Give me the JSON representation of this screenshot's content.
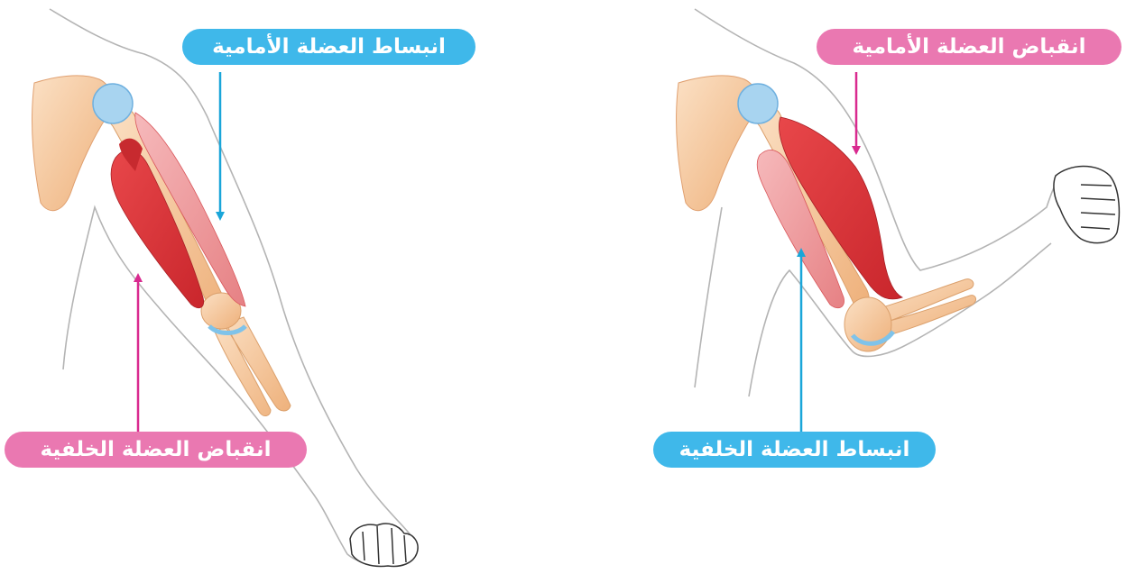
{
  "colors": {
    "relaxation_label": "#3fb8ea",
    "contraction_label": "#ea78b1",
    "blue_arrow": "#1aa6d9",
    "pink_arrow": "#d92a8f",
    "muscle_dark": "#e23a3e",
    "muscle_light": "#f1a2a4",
    "bone": "#f6c79c",
    "bone_shade": "#e9a76d",
    "cartilage": "#9fd0ef",
    "outline": "#9c9c9c"
  },
  "left_arm": {
    "icon": "extended-arm-icon",
    "front_label": "انبساط العضلة الأمامية",
    "back_label": "انقباض العضلة الخلفية"
  },
  "right_arm": {
    "icon": "flexed-arm-icon",
    "front_label": "انقباض العضلة الأمامية",
    "back_label": "انبساط العضلة الخلفية"
  }
}
